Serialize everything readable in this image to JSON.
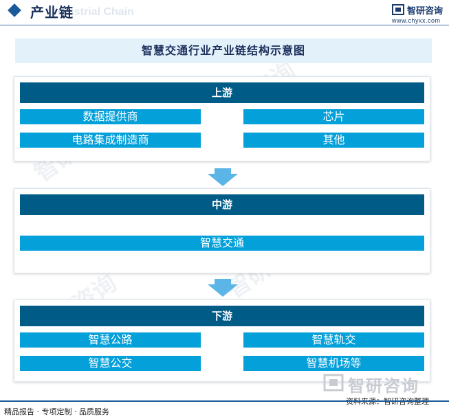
{
  "header": {
    "section_title": "产业链",
    "ghost_text": "Industrial Chain",
    "logo_text": "智研咨询",
    "logo_url": "www.chyxx.com"
  },
  "diagram": {
    "title": "智慧交通行业产业链结构示意图",
    "upstream": {
      "label": "上游",
      "items": [
        "数据提供商",
        "芯片",
        "电路集成制造商",
        "其他"
      ]
    },
    "midstream": {
      "label": "中游",
      "items": [
        "智慧交通"
      ]
    },
    "downstream": {
      "label": "下游",
      "items": [
        "智慧公路",
        "智慧轨交",
        "智慧公交",
        "智慧机场等"
      ]
    }
  },
  "watermark": {
    "text": "智研咨询"
  },
  "footer": {
    "left_text": "精品报告 · 专项定制 · 品质服务",
    "source_text": "资料来源：智研咨询整理"
  },
  "colors": {
    "stage_header": "#005b86",
    "item_fill": "#04a0da",
    "title_bar": "#e3f1fb",
    "arrow": "#5bb5e6"
  }
}
